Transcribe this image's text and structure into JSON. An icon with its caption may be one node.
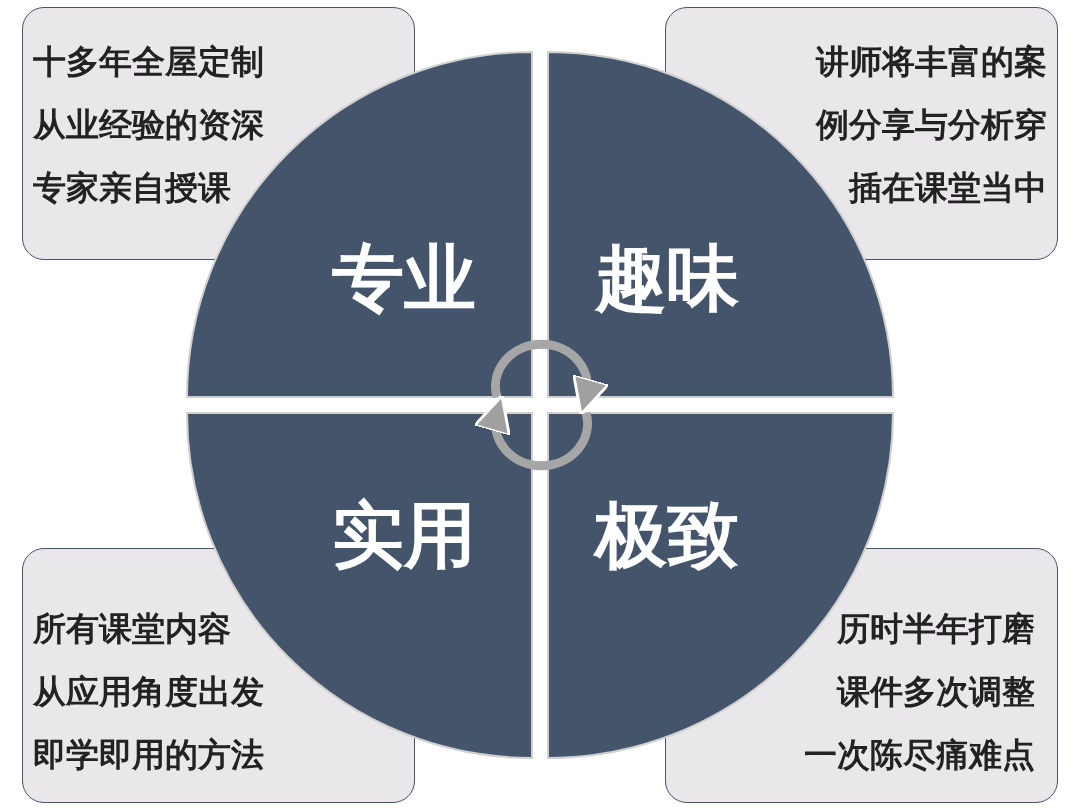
{
  "diagram": {
    "nodes": [
      {
        "text": [
          "十多年全屋定制从业经验的资深专家亲自授课"
        ]
      },
      {
        "text": [
          "讲师将丰富的案例分享与分析穿插在课堂当中"
        ]
      },
      {
        "text": [
          "专业"
        ]
      },
      {
        "text": [
          "趣味"
        ]
      },
      {
        "text": [
          "实用"
        ]
      },
      {
        "text": [
          "极致"
        ]
      },
      {
        "text": [
          "所有课堂内容从应用角度出发即学即用的方法"
        ]
      },
      {
        "text": [
          "历时半年打磨课件多次调整一次陈尽痛难点"
        ]
      }
    ],
    "edges": [
      {
        "from": 2,
        "to": 3,
        "arrow": "to"
      },
      {
        "from": 5,
        "to": 4,
        "arrow": "to"
      }
    ]
  }
}
